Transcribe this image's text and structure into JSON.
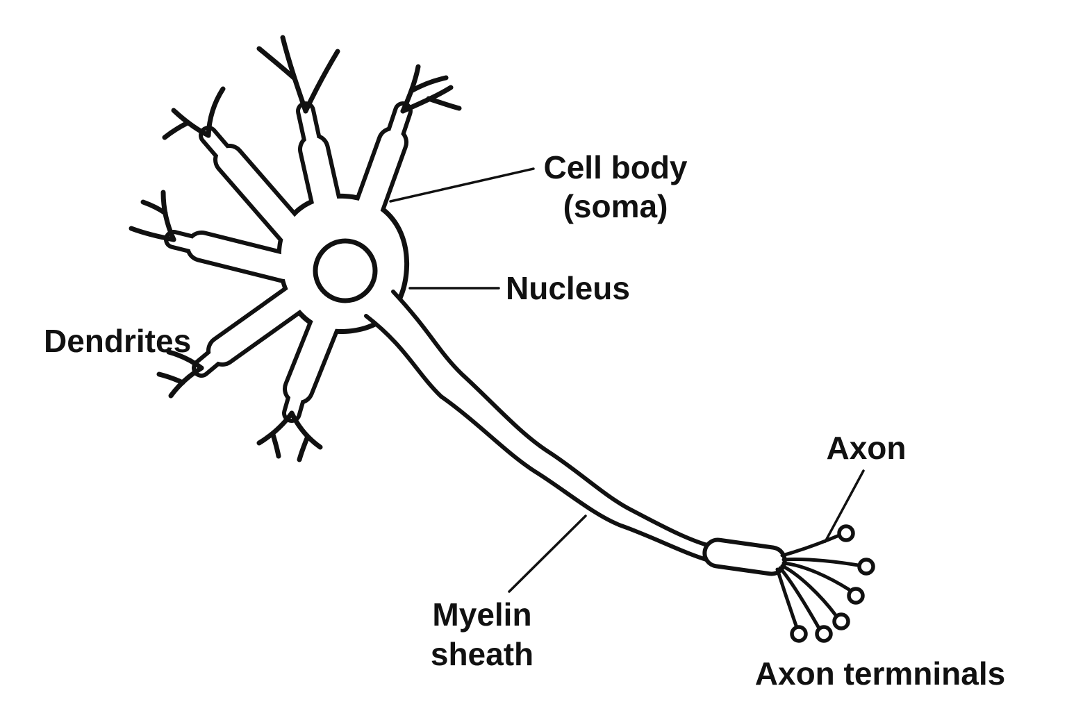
{
  "figure": "neuron-anatomy-diagram",
  "colors": {
    "ink": "#111111",
    "background": "#ffffff"
  },
  "labels": {
    "cell_body": {
      "line1": "Cell body",
      "line2": "(soma)"
    },
    "nucleus": "Nucleus",
    "dendrites": "Dendrites",
    "axon": "Axon",
    "myelin": {
      "line1": "Myelin",
      "line2": "sheath"
    },
    "axon_terminals": "Axon termninals"
  }
}
